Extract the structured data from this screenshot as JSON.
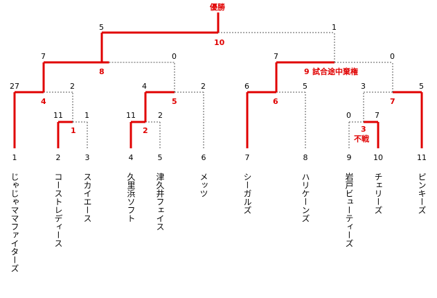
{
  "final_label": "優勝",
  "teams": [
    {
      "seed": "1",
      "name": "じゃじゃママファイターズ"
    },
    {
      "seed": "2",
      "name": "コーストレディース"
    },
    {
      "seed": "3",
      "name": "スカイエース"
    },
    {
      "seed": "4",
      "name": "久里浜ソフト"
    },
    {
      "seed": "5",
      "name": "津久井フェイス"
    },
    {
      "seed": "6",
      "name": "メッツ"
    },
    {
      "seed": "7",
      "name": "シーガルズ"
    },
    {
      "seed": "8",
      "name": "ハリケーンズ"
    },
    {
      "seed": "9",
      "name": "岩戸ビューティーズ"
    },
    {
      "seed": "10",
      "name": "チェリーズ"
    },
    {
      "seed": "11",
      "name": "ピンキーズ"
    }
  ],
  "matches": [
    {
      "no": "1",
      "note": "",
      "score_left": "11",
      "score_right": "1"
    },
    {
      "no": "2",
      "note": "",
      "score_left": "11",
      "score_right": "2"
    },
    {
      "no": "3",
      "note": "不戦",
      "score_left": "0",
      "score_right": "7"
    },
    {
      "no": "4",
      "note": "",
      "score_left": "27",
      "score_right": "2"
    },
    {
      "no": "5",
      "note": "",
      "score_left": "4",
      "score_right": "2"
    },
    {
      "no": "6",
      "note": "",
      "score_left": "6",
      "score_right": "5"
    },
    {
      "no": "7",
      "note": "",
      "score_left": "3",
      "score_right": "5"
    },
    {
      "no": "8",
      "note": "",
      "score_left": "7",
      "score_right": "0"
    },
    {
      "no": "9",
      "note": "試合途中棄権",
      "score_left": "7",
      "score_right": "0"
    },
    {
      "no": "10",
      "note": "",
      "score_left": "5",
      "score_right": "1"
    }
  ]
}
